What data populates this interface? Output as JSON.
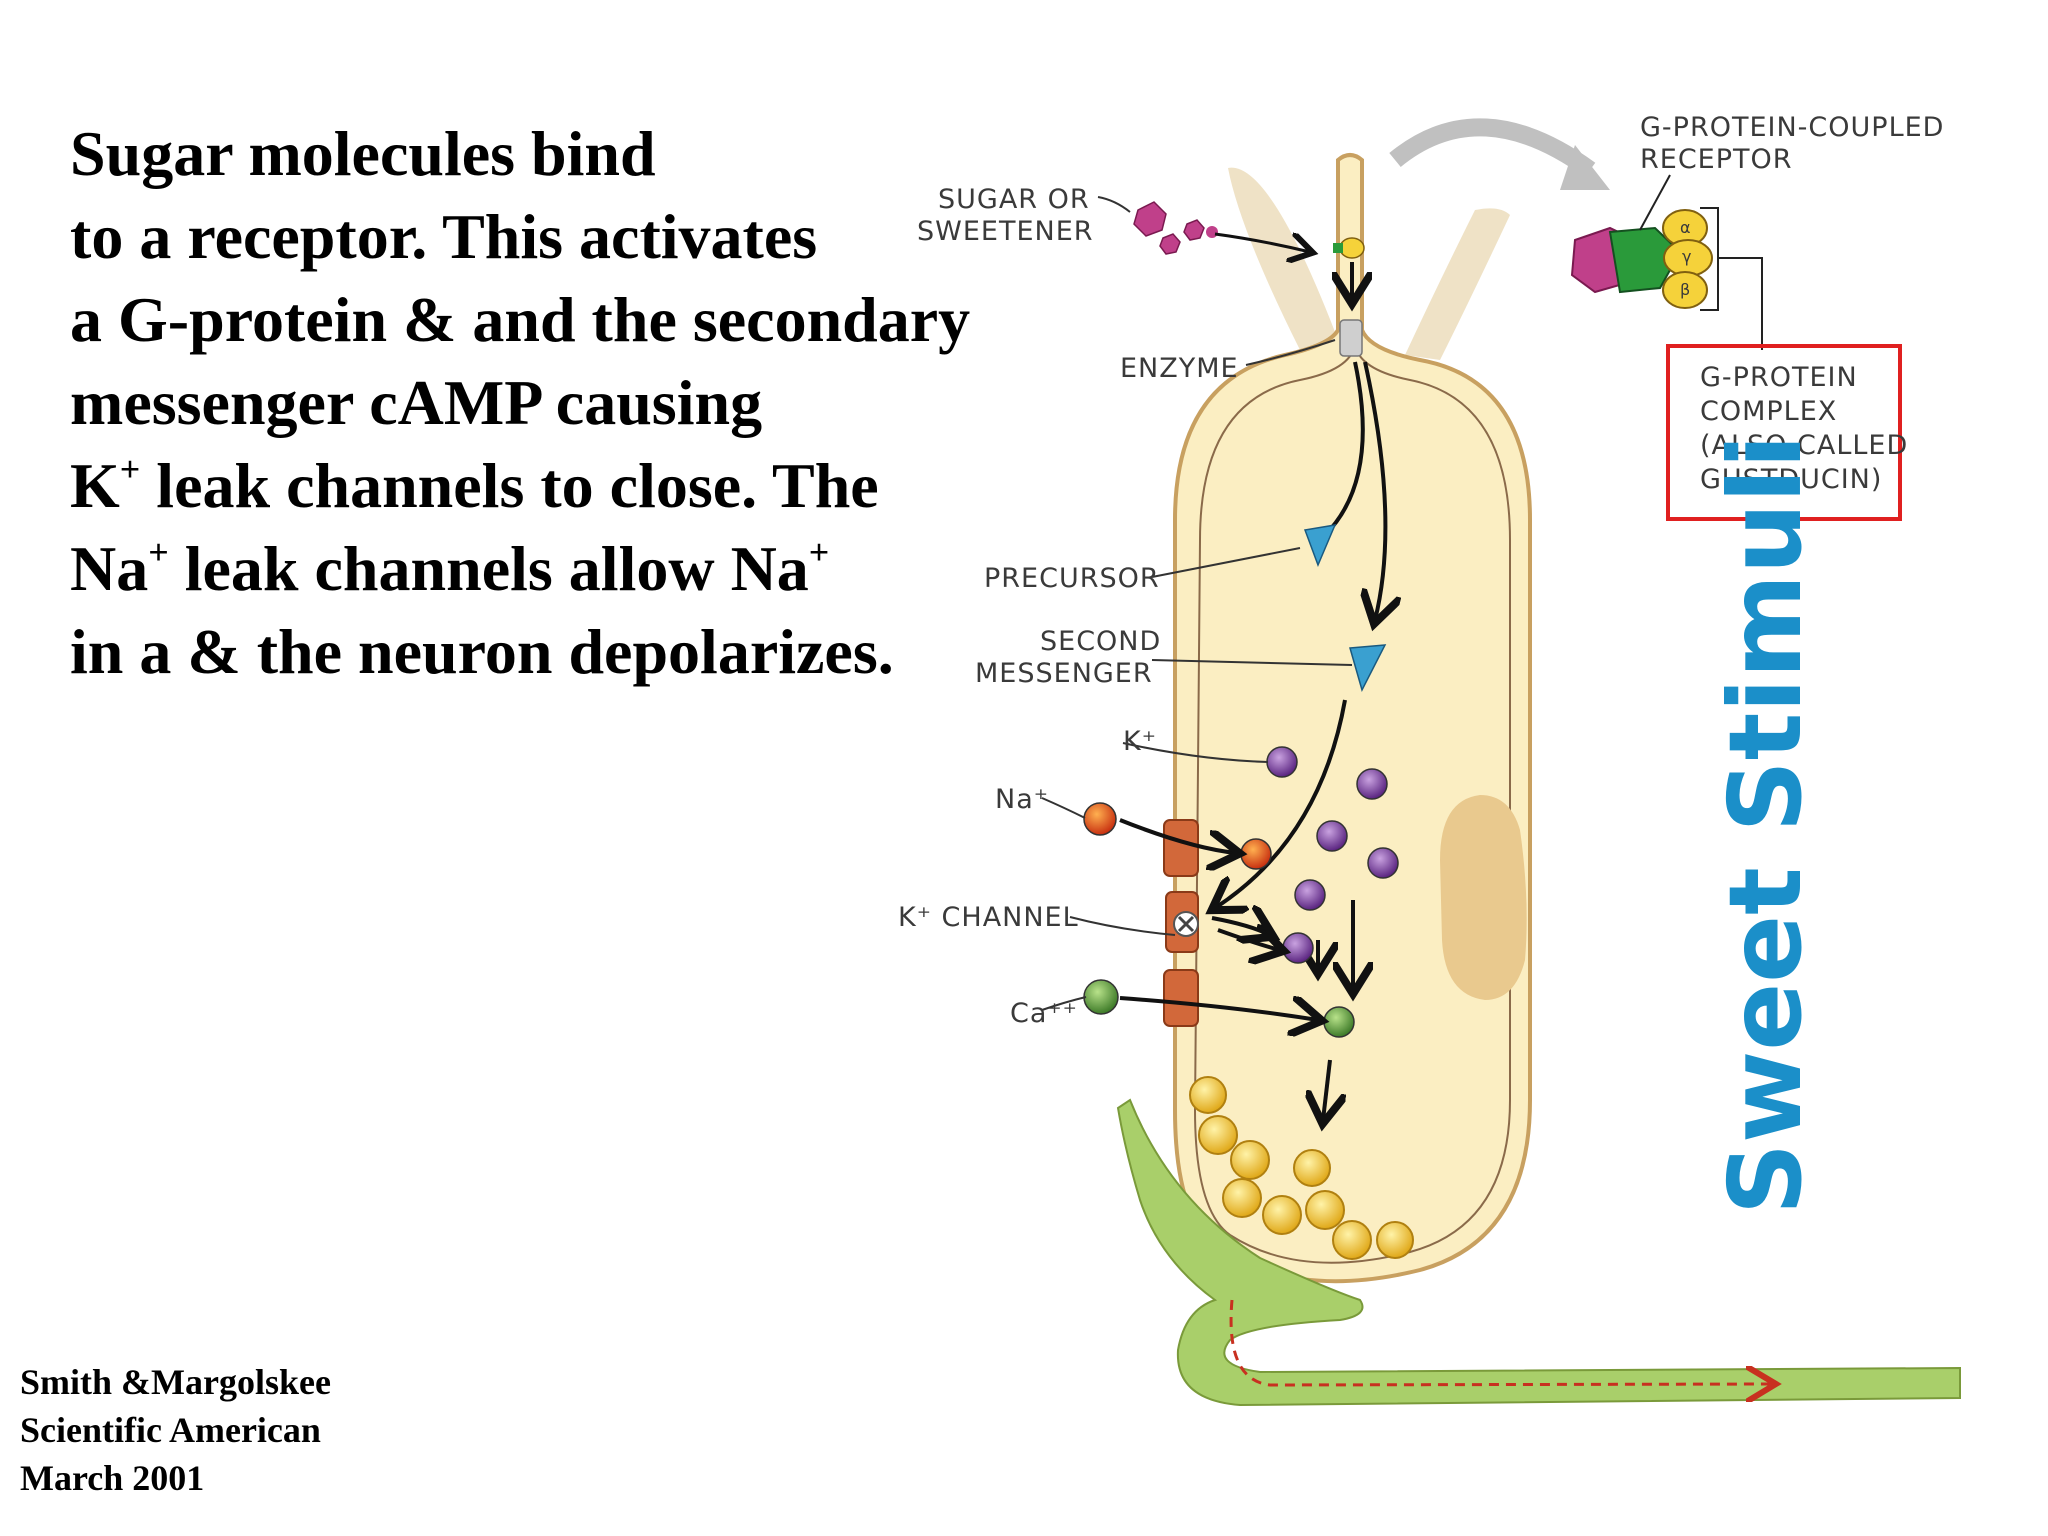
{
  "text": {
    "lines": [
      {
        "parts": [
          {
            "t": "Sugar molecules bind"
          }
        ]
      },
      {
        "parts": [
          {
            "t": "to a receptor. This activates"
          }
        ]
      },
      {
        "parts": [
          {
            "t": "a G-protein & and the secondary"
          }
        ]
      },
      {
        "parts": [
          {
            "t": "messenger cAMP causing"
          }
        ]
      },
      {
        "parts": [
          {
            "t": "K"
          },
          {
            "t": "+",
            "sup": true
          },
          {
            "t": " leak channels to close.  The"
          }
        ]
      },
      {
        "parts": [
          {
            "t": "Na"
          },
          {
            "t": "+",
            "sup": true
          },
          {
            "t": " leak channels allow Na"
          },
          {
            "t": "+",
            "sup": true
          }
        ]
      },
      {
        "parts": [
          {
            "t": "in a & the neuron depolarizes."
          }
        ]
      }
    ]
  },
  "citation": {
    "line1": "Smith &Margolskee",
    "line2": "Scientific American",
    "line3": "March 2001"
  },
  "labels": {
    "sugar_line1": "SUGAR OR",
    "sugar_line2": "SWEETENER",
    "gpcr_line1": "G-PROTEIN-COUPLED",
    "gpcr_line2": "RECEPTOR",
    "enzyme": "ENZYME",
    "gprotein_line1": "G-PROTEIN",
    "gprotein_line2": "COMPLEX",
    "gprotein_line3": "(ALSO CALLED",
    "gprotein_line4": "GUSTDUCIN)",
    "precursor": "PRECURSOR",
    "second_line1": "SECOND",
    "second_line2": "MESSENGER",
    "k_ion": "K⁺",
    "na_ion": "Na⁺",
    "k_channel": "K⁺ CHANNEL",
    "ca_ion": "Ca⁺⁺",
    "alpha": "α",
    "gamma": "γ",
    "beta": "β",
    "sweet_stimuli": "Sweet Stimuli"
  },
  "colors": {
    "cell_fill": "#fbeec2",
    "cell_outline": "#c8a060",
    "sweet_text": "#1b8fc9",
    "highlight_box": "#e02020",
    "nerve": "#a9cf6a",
    "channel": "#d2683a",
    "k_ion": "#7a3d9a",
    "ca_ion": "#4a9a3a",
    "vesicle": "#f2c428",
    "sugar": "#c0408a"
  }
}
